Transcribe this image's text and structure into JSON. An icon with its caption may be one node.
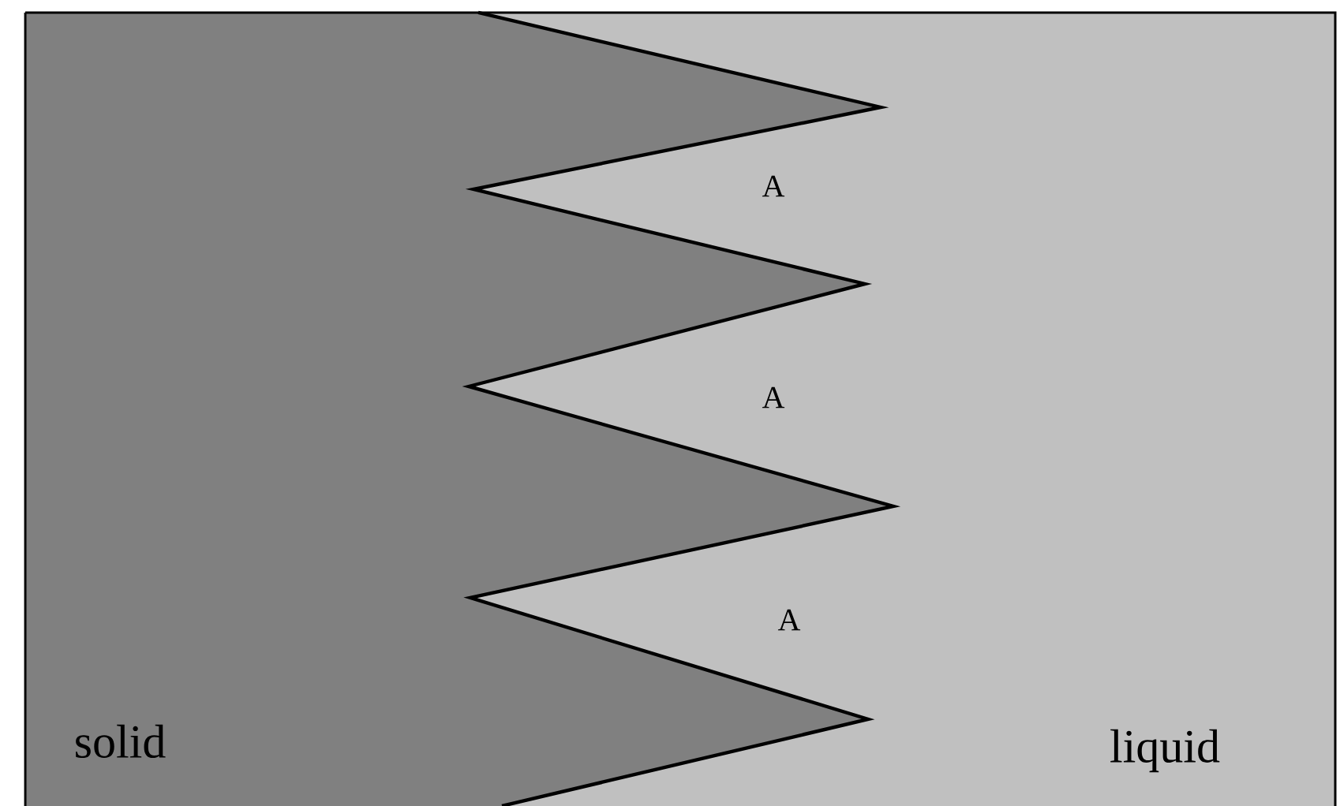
{
  "diagram": {
    "labels": [
      "A",
      "A",
      "A",
      "solid",
      "liquid"
    ]
  }
}
